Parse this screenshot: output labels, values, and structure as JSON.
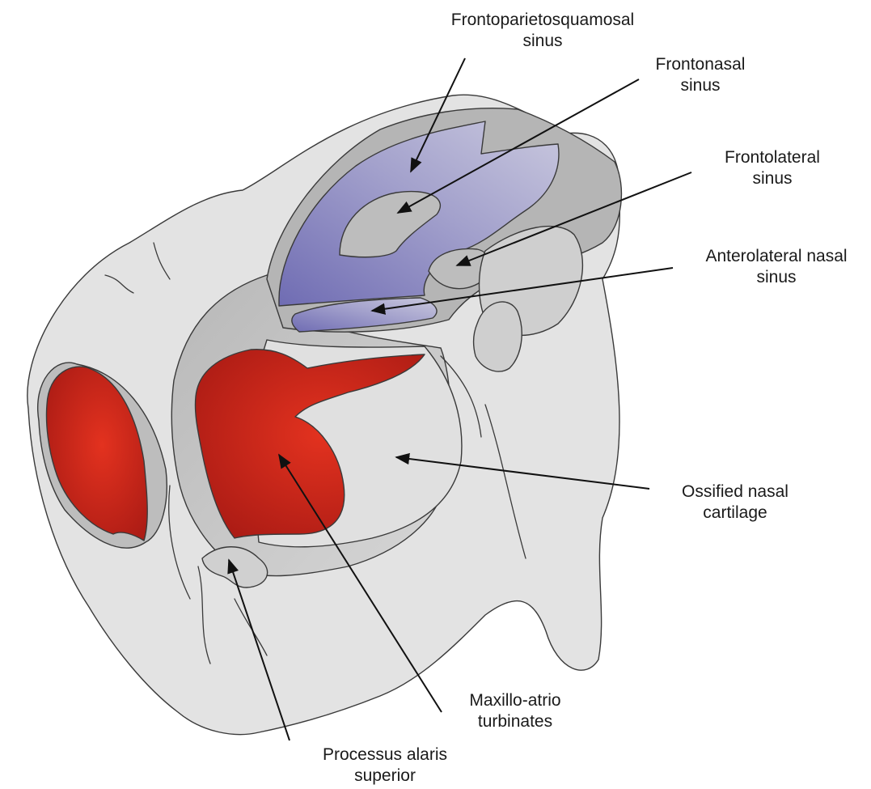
{
  "labels": {
    "frontoparietosquamosal": {
      "line1": "Frontoparietosquamosal",
      "line2": "sinus"
    },
    "frontonasal": {
      "line1": "Frontonasal",
      "line2": "sinus"
    },
    "frontolateral": {
      "line1": "Frontolateral",
      "line2": "sinus"
    },
    "anterolateral_nasal": {
      "line1": "Anterolateral nasal",
      "line2": "sinus"
    },
    "ossified_nasal_cartilage": {
      "line1": "Ossified nasal",
      "line2": "cartilage"
    },
    "maxillo_atrio_turbinates": {
      "line1": "Maxillo-atrio",
      "line2": "turbinates"
    },
    "processus_alaris_superior": {
      "line1": "Processus alaris",
      "line2": "superior"
    }
  },
  "colors": {
    "bone": "#e3e3e3",
    "bone_shadow": "#c2c2c2",
    "sinus": "#8f8cc4",
    "turbinate": "#d42a1e",
    "outline": "#3a3a3a",
    "arrow": "#111111"
  }
}
